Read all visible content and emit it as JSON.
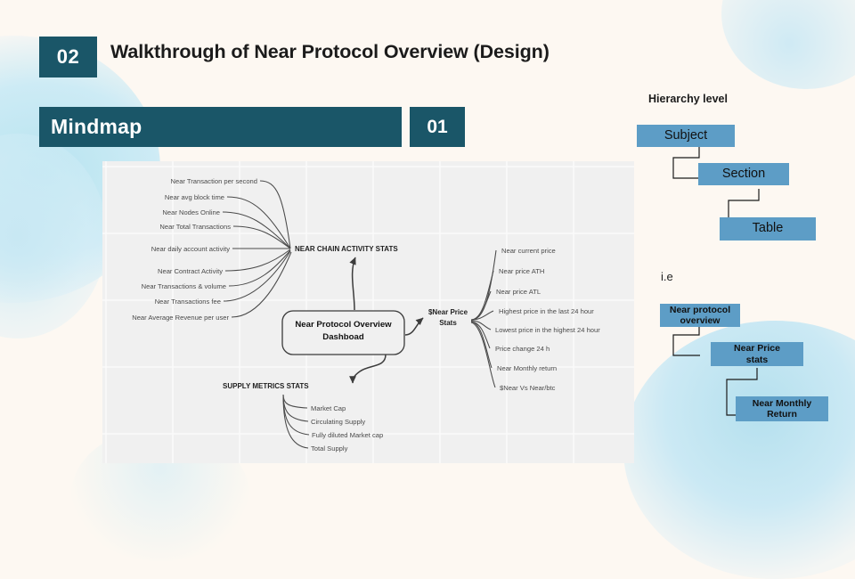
{
  "theme": {
    "background": "#fdf8f2",
    "teal": "#1a5668",
    "blue_box": "#5d9dc6",
    "canvas": "#f0f0f0",
    "accent_light": "#c8e8f3"
  },
  "header": {
    "section_number": "02",
    "title": "Walkthrough of Near Protocol Overview (Design)"
  },
  "mindmap_bar": {
    "label": "Mindmap",
    "number": "01"
  },
  "mindmap": {
    "center": {
      "line1": "Near Protocol Overview",
      "line2": "Dashboad"
    },
    "branches": [
      {
        "id": "chain-activity",
        "label": "NEAR CHAIN ACTIVITY STATS",
        "leaves": [
          "Near Transaction per second",
          "Near avg block time",
          "Near Nodes Online",
          "Near Total Transactions",
          "Near daily account activity",
          "Near Contract Activity",
          "Near Transactions & volume",
          "Near Transactions fee",
          "Near Average Revenue per user"
        ]
      },
      {
        "id": "price-stats",
        "label_line1": "$Near Price",
        "label_line2": "Stats",
        "leaves": [
          "Near current price",
          "Near price ATH",
          "Near price ATL",
          "Highest price in the last 24 hour",
          "Lowest price in the highest 24 hour",
          "Price change 24 h",
          "Near Monthly return",
          "$Near Vs Near/btc"
        ]
      },
      {
        "id": "supply-metrics",
        "label": "SUPPLY METRICS STATS",
        "leaves": [
          "Market Cap",
          "Circulating Supply",
          "Fully diluted Market cap",
          "Total Supply"
        ]
      }
    ]
  },
  "hierarchy": {
    "heading": "Hierarchy level",
    "levels": [
      {
        "label": "Subject"
      },
      {
        "label": "Section"
      },
      {
        "label": "Table"
      }
    ]
  },
  "example": {
    "heading": "i.e",
    "levels": [
      {
        "line1": "Near protocol",
        "line2": "overview"
      },
      {
        "line1": "Near Price",
        "line2": "stats"
      },
      {
        "line1": "Near Monthly",
        "line2": "Return"
      }
    ]
  }
}
